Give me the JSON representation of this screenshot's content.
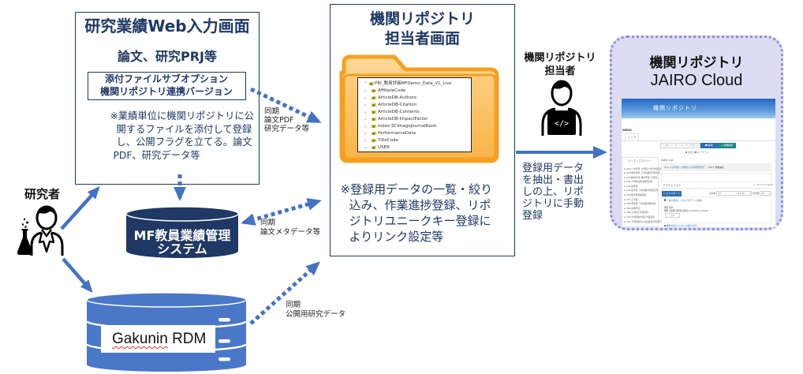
{
  "colors": {
    "navy": "#1F3864",
    "arrow_blue": "#4472C4",
    "rdm_blue": "#4A77C8",
    "folder_orange": "#F5A020",
    "jairo_bg": "#DCDCF2",
    "jairo_border": "#8F8FDE"
  },
  "researcher": {
    "label": "研究者"
  },
  "web_input": {
    "title": "研究業績Web入力画面",
    "subtitle": "論文、研究PRJ等",
    "option_lines": [
      "添付ファイルサブオプション",
      "機関リポジトリ連携バージョン"
    ],
    "note_lines": [
      "※業績単位に機関リポジトリに公",
      "開するファイルを添付して登録",
      "し、公開フラグを立てる。論文",
      "PDF、研究データ等"
    ]
  },
  "mf_system": {
    "lines": [
      "MF教員業績管理",
      "システム"
    ]
  },
  "gakunin_rdm": {
    "label_parts": [
      "Gakunin",
      "RDM"
    ]
  },
  "repo_screen": {
    "title_lines": [
      "機関リポジトリ",
      "担当者画面"
    ],
    "tree": {
      "root": "PBI_教員評価MFDemo_Data_V1_Live",
      "items": [
        "AffiliateCode",
        "ArticleDB-Authors",
        "ArticleDB-Citation",
        "ArticleDB-Contents",
        "ArticleDB-ImpactFactor",
        "Index-SCImagoJournalRank",
        "PerformanceData",
        "TitleCode",
        "USER"
      ]
    },
    "note_lines": [
      "※登録用データの一覧・絞り",
      "込み、作業進捗登録、リポ",
      "ジトリユニークキー登録に",
      "よりリンク設定等"
    ]
  },
  "sync_labels": {
    "pdf": [
      "同期",
      "論文PDF",
      "研究データ等"
    ],
    "metadata": [
      "同期",
      "論文メタデータ等"
    ],
    "research_data": [
      "同期",
      "公開用研究データ"
    ]
  },
  "repo_staff": {
    "label_lines": [
      "機関リポジトリ",
      "担当者"
    ],
    "laptop_glyph": "</>"
  },
  "manual_register": {
    "lines": [
      "登録用データ",
      "を抽出・書出",
      "しの上、リポ",
      "ジトリに手動",
      "登録"
    ]
  },
  "jairo": {
    "title_lines": [
      "機関リポジトリ",
      "JAIRO Cloud"
    ],
    "screenshot": {
      "header_title": "機関リポジトリ",
      "site_label": "WEKO",
      "tab_top": "トップ",
      "search_placeholder": "入力例：キーワードを入力して検索してください",
      "search_button": "検索",
      "advanced_button": "+ 詳細検索",
      "radio_fulltext": "全文",
      "radio_keyword": "キーワード",
      "index_tree_title": "インデックスツリー",
      "index_tree_items": [
        "010 人文学部, 大学院人文科学研究科",
        "020 教育学部, 大学院教育学研究科",
        "030 経済学部, 経済学部, 大学院",
        "035 大学院法曹法務研究科",
        "040 理学部",
        "050 医学部, 大学院医学系研究科",
        "060 医学部附属病院",
        "070 工学部",
        "080 農学部, 大学院農学研究科",
        "090 地域学部",
        "095 大学院工学研究科",
        "100 大学院総合理工学研究科",
        "101 大学院総合人文社会科学研究科"
      ],
      "index_list_title": "Index List",
      "index_list_path": "010 人文学部, 大学院人文科学研究科",
      "index_list_separator": "/",
      "index_list_sub": "2101 学術論文",
      "item_list_title": "アイテムリスト",
      "results": "1 - 20 of 75 results",
      "export_button": "エクスポート",
      "sort_label": "表示順",
      "sort_value": "10",
      "order_value": "asc",
      "count_label": "表示数",
      "count_value": "20",
      "item1_title": "「株の歴史」のなかのアヘン戦争",
      "item1_author": "豊田 豊史",
      "item1_source": "歴史と地域 世界史の研究 (vol.53-53 (2016))",
      "item1_pdf": "pdf",
      "item2_title": "書籍史料からみた中国の近代"
    }
  }
}
